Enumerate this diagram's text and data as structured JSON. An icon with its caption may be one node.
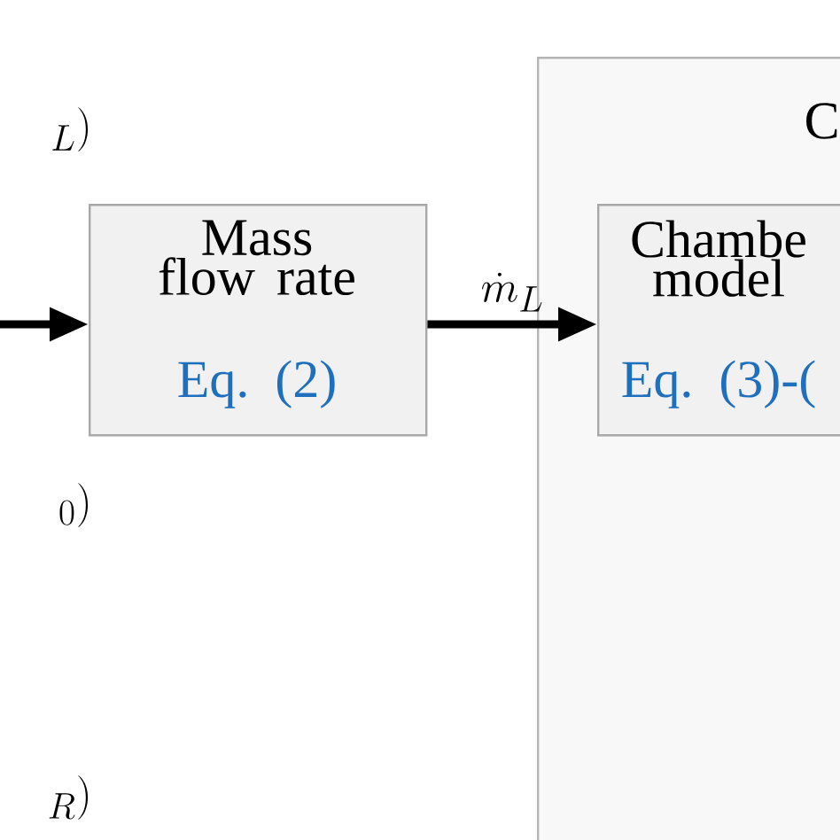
{
  "diagram": {
    "nodes": [
      {
        "text": [
          "C"
        ]
      },
      {
        "text": [
          "Mass flow rate",
          "Eq. (2)"
        ]
      },
      {
        "text": [
          "Chambe model",
          "Eq. (3)-("
        ],
        "in": 0
      }
    ],
    "edges": [
      {
        "from": null,
        "to": 1,
        "arrow": "to"
      },
      {
        "from": 1,
        "to": 2,
        "arrow": "to",
        "label": "\\dot{m}_L"
      }
    ],
    "labels": [
      "_L)",
      "_0)",
      "_R)"
    ]
  }
}
